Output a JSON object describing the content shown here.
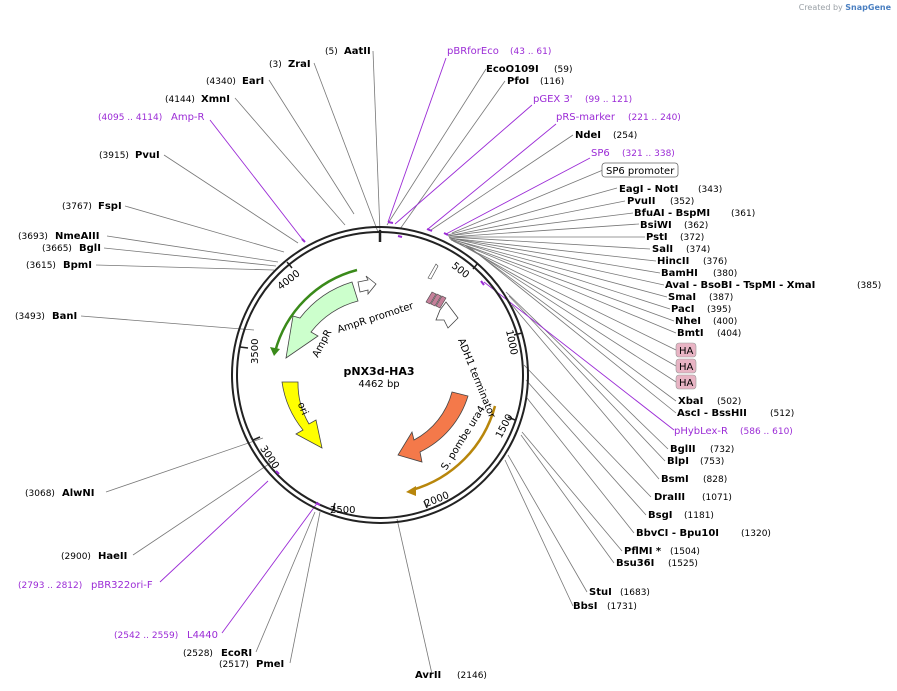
{
  "credit": {
    "prefix": "Created by",
    "brand": "SnapGene"
  },
  "plasmid": {
    "name": "pNX3d-HA3",
    "size_label": "4462 bp",
    "length": 4462
  },
  "ticks": [
    "500",
    "1000",
    "1500",
    "2000",
    "2500",
    "3000",
    "3500",
    "4000"
  ],
  "sites_left": [
    {
      "name": "AatII",
      "coord": "(5)"
    },
    {
      "name": "ZraI",
      "coord": "(3)"
    },
    {
      "name": "EarI",
      "coord": "(4340)"
    },
    {
      "name": "XmnI",
      "coord": "(4144)"
    },
    {
      "name": "PvuI",
      "coord": "(3915)"
    },
    {
      "name": "FspI",
      "coord": "(3767)"
    },
    {
      "name": "NmeAIII",
      "coord": "(3693)"
    },
    {
      "name": "BglI",
      "coord": "(3665)"
    },
    {
      "name": "BpmI",
      "coord": "(3615)"
    },
    {
      "name": "BanI",
      "coord": "(3493)"
    },
    {
      "name": "AlwNI",
      "coord": "(3068)"
    },
    {
      "name": "HaeII",
      "coord": "(2900)"
    },
    {
      "name": "EcoRI",
      "coord": "(2528)"
    },
    {
      "name": "PmeI",
      "coord": "(2517)"
    },
    {
      "name": "AvrII",
      "coord": "(2146)"
    }
  ],
  "sites_right": [
    {
      "name": "EcoO109I",
      "coord": "(59)"
    },
    {
      "name": "PfoI",
      "coord": "(116)"
    },
    {
      "name": "NdeI",
      "coord": "(254)"
    },
    {
      "name": "EagI  -  NotI",
      "coord": "(343)"
    },
    {
      "name": "PvuII",
      "coord": "(352)"
    },
    {
      "name": "BfuAI  -  BspMI",
      "coord": "(361)"
    },
    {
      "name": "BsiWI",
      "coord": "(362)"
    },
    {
      "name": "PstI",
      "coord": "(372)"
    },
    {
      "name": "SalI",
      "coord": "(374)"
    },
    {
      "name": "HincII",
      "coord": "(376)"
    },
    {
      "name": "BamHI",
      "coord": "(380)"
    },
    {
      "name": "AvaI  -  BsoBI  -  TspMI  -  XmaI",
      "coord": "(385)"
    },
    {
      "name": "SmaI",
      "coord": "(387)"
    },
    {
      "name": "PacI",
      "coord": "(395)"
    },
    {
      "name": "NheI",
      "coord": "(400)"
    },
    {
      "name": "BmtI",
      "coord": "(404)"
    },
    {
      "name": "XbaI",
      "coord": "(502)"
    },
    {
      "name": "AscI  -  BssHII",
      "coord": "(512)"
    },
    {
      "name": "BglII",
      "coord": "(732)"
    },
    {
      "name": "BlpI",
      "coord": "(753)"
    },
    {
      "name": "BsmI",
      "coord": "(828)"
    },
    {
      "name": "DraIII",
      "coord": "(1071)"
    },
    {
      "name": "BsgI",
      "coord": "(1181)"
    },
    {
      "name": "BbvCI  -  Bpu10I",
      "coord": "(1320)"
    },
    {
      "name": "PflMI *",
      "coord": "(1504)"
    },
    {
      "name": "Bsu36I",
      "coord": "(1525)"
    },
    {
      "name": "StuI",
      "coord": "(1683)"
    },
    {
      "name": "BbsI",
      "coord": "(1731)"
    }
  ],
  "primers": [
    {
      "name": "pBRforEco",
      "range": "(43 .. 61)"
    },
    {
      "name": "pGEX 3'",
      "range": "(99 .. 121)"
    },
    {
      "name": "pRS-marker",
      "range": "(221 .. 240)"
    },
    {
      "name": "SP6",
      "range": "(321 .. 338)"
    },
    {
      "name": "Amp-R",
      "range": "(4095 .. 4114)"
    },
    {
      "name": "pHybLex-R",
      "range": "(586 .. 610)"
    },
    {
      "name": "pBR322ori-F",
      "range": "(2793 .. 2812)"
    },
    {
      "name": "L4440",
      "range": "(2542 .. 2559)"
    }
  ],
  "boxed_labels": [
    "SP6 promoter",
    "HA",
    "HA",
    "HA"
  ],
  "features": [
    {
      "name": "AmpR promoter",
      "color": "#ffffff"
    },
    {
      "name": "AmpR",
      "color": "#ccffcc"
    },
    {
      "name": "ori",
      "color": "#ffff00"
    },
    {
      "name": "S. pombe ura4",
      "color": "#f4794a"
    },
    {
      "name": "ADH1 terminator",
      "color": "#ffffff"
    }
  ],
  "colors": {
    "primer": "#9b2bd6",
    "amp_arc": "#3a8a1a",
    "ura4_arc": "#b8860b",
    "ha_box": "#e8b4c4"
  }
}
